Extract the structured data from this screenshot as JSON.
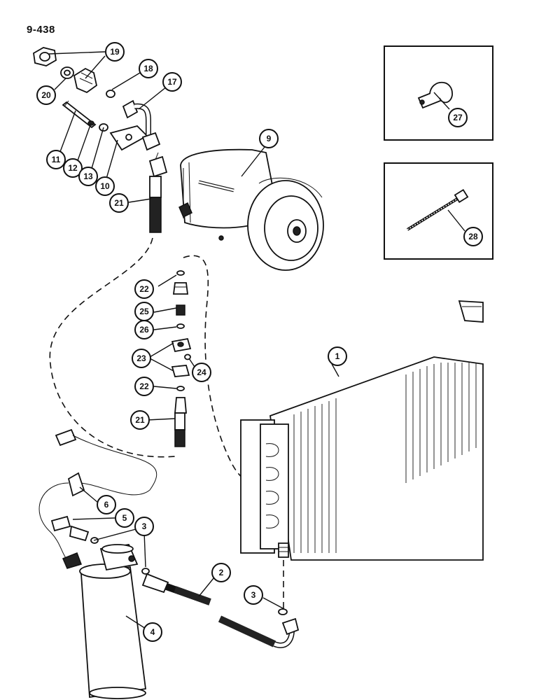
{
  "page": {
    "code": "9-438"
  },
  "callouts": [
    {
      "id": "19",
      "label": "19"
    },
    {
      "id": "18",
      "label": "18"
    },
    {
      "id": "17",
      "label": "17"
    },
    {
      "id": "20",
      "label": "20"
    },
    {
      "id": "11",
      "label": "11"
    },
    {
      "id": "12",
      "label": "12"
    },
    {
      "id": "13",
      "label": "13"
    },
    {
      "id": "10",
      "label": "10"
    },
    {
      "id": "9",
      "label": "9"
    },
    {
      "id": "21a",
      "label": "21"
    },
    {
      "id": "27",
      "label": "27"
    },
    {
      "id": "28",
      "label": "28"
    },
    {
      "id": "22a",
      "label": "22"
    },
    {
      "id": "25",
      "label": "25"
    },
    {
      "id": "26",
      "label": "26"
    },
    {
      "id": "23",
      "label": "23"
    },
    {
      "id": "24",
      "label": "24"
    },
    {
      "id": "22b",
      "label": "22"
    },
    {
      "id": "21b",
      "label": "21"
    },
    {
      "id": "1",
      "label": "1"
    },
    {
      "id": "6",
      "label": "6"
    },
    {
      "id": "5",
      "label": "5"
    },
    {
      "id": "3a",
      "label": "3"
    },
    {
      "id": "2",
      "label": "2"
    },
    {
      "id": "3b",
      "label": "3"
    },
    {
      "id": "4",
      "label": "4"
    }
  ]
}
